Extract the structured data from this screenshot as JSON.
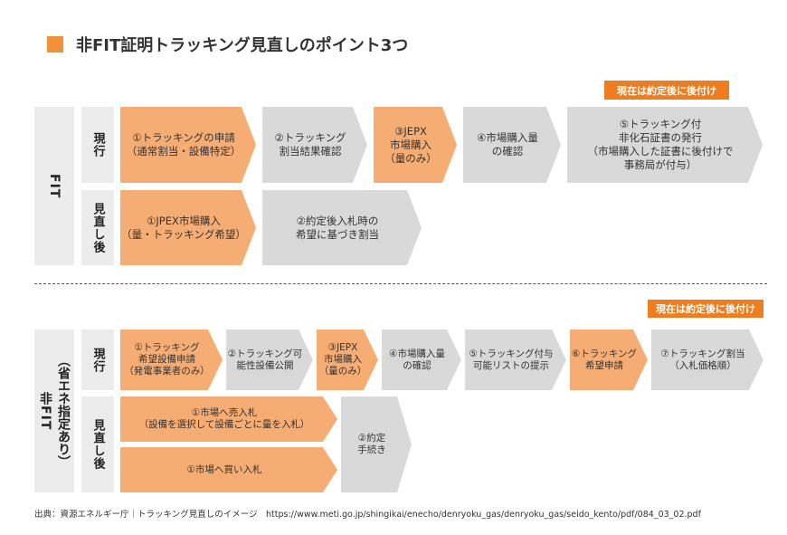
{
  "title": "非FIT証明トラッキング見直しのポイント3つ",
  "fit": {
    "label": "FIT",
    "badge": "現在は約定後に後付け",
    "current": {
      "label": "現行",
      "steps": [
        "①トラッキングの申請\n（通常割当・設備特定）",
        "②トラッキング\n割当結果確認",
        "③JEPX\n市場購入\n（量のみ）",
        "④市場購入量\nの確認",
        "⑤トラッキング付\n非化石証書の発行\n（市場購入した証書に後付けで\n事務局が付与）"
      ]
    },
    "revised": {
      "label": "見直し後",
      "steps": [
        "①JPEX市場購入\n（量・トラッキング希望）",
        "②約定後入札時の\n希望に基づき割当"
      ]
    }
  },
  "nonfit": {
    "label": "非FIT",
    "sublabel": "（省エネ指定あり）",
    "badge": "現在は約定後に後付け",
    "current": {
      "label": "現行",
      "steps": [
        "①トラッキング\n希望設備申請\n（発電事業者のみ）",
        "②トラッキング可\n能性設備公開",
        "③JEPX\n市場購入\n（量のみ）",
        "④市場購入量\nの確認",
        "⑤トラッキング付与\n可能リストの提示",
        "⑥トラッキング\n希望申請",
        "⑦トラッキング割当\n（入札価格順）"
      ]
    },
    "revised": {
      "label": "見直し後",
      "steps": [
        "①市場へ売入札\n（設備を選択して設備ごとに量を入札）",
        "①市場へ買い入札",
        "②約定\n手続き"
      ]
    }
  },
  "source": "出典：資源エネルギー庁｜トラッキング見直しのイメージ　https://www.meti.go.jp/shingikai/enecho/denryoku_gas/denryoku_gas/seido_kento/pdf/084_03_02.pdf",
  "colors": {
    "orange": "#f6ad74",
    "grey": "#d9d9d9",
    "badge": "#ee7d1f",
    "label_bg": "#ececec"
  }
}
